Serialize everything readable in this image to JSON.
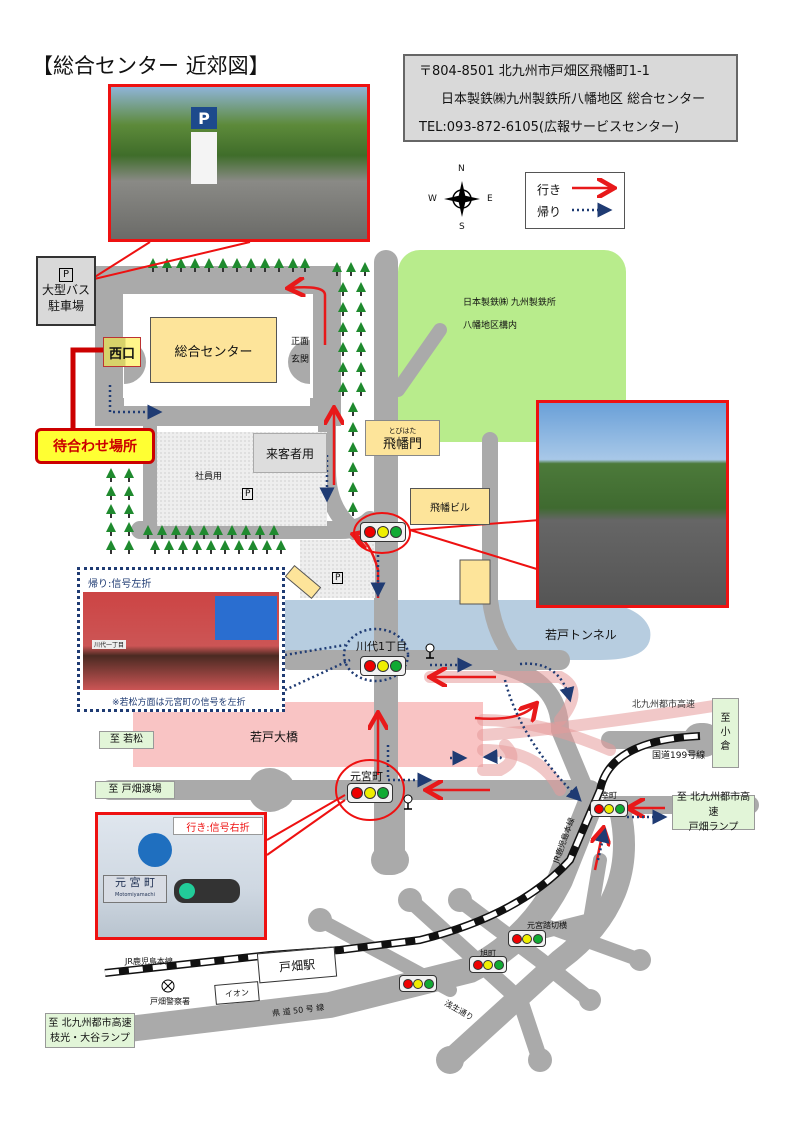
{
  "title": "【総合センター 近郊図】",
  "address": {
    "postal": "〒804-8501  北九州市戸畑区飛幡町1-1",
    "org": "日本製鉄㈱九州製鉄所八幡地区 総合センター",
    "tel": "TEL:093-872-6105(広報サービスセンター)"
  },
  "compass": {
    "n": "N",
    "s": "S",
    "e": "E",
    "w": "W"
  },
  "legend": {
    "outbound": "行き",
    "return": "帰り",
    "outbound_color": "#e8191a",
    "return_color": "#1f3b73"
  },
  "places": {
    "bus_parking_icon": "P",
    "bus_parking": "大型バス",
    "bus_parking2": "駐車場",
    "west_gate": "西口",
    "center": "総合センター",
    "front1": "正面",
    "front2": "玄関",
    "meeting": "待合わせ場所",
    "visitor": "来客者用",
    "staff": "社員用",
    "parking_icon": "P",
    "gate_ruby": "とびはた",
    "gate": "飛幡門",
    "building": "飛幡ビル",
    "works1": "日本製鉄㈱ 九州製鉄所",
    "works2": "八幡地区構内",
    "tunnel": "若戸トンネル",
    "bridge": "若戸大橋",
    "kawashiro": "川代1丁目",
    "motomiya": "元宮町",
    "kamachi": "幸町",
    "expressway": "北九州都市高速",
    "route199": "国道199号線",
    "jr_vertical": "JR鹿児島本線",
    "jr": "JR鹿児島本線",
    "station": "戸畑駅",
    "aeon": "イオン",
    "police": "戸畑警察署",
    "crossing": "元宮踏切横",
    "asahi": "旭町",
    "pref50": "県 道 50 号 線",
    "asao": "浅生通り"
  },
  "destinations": {
    "wakamatsu": "至 若松",
    "ferry": "至 戸畑渡場",
    "kokura1": "至",
    "kokura2": "小",
    "kokura3": "倉",
    "tobata_ramp1": "至 北九州都市高速",
    "tobata_ramp2": "戸畑ランプ",
    "edamitsu1": "至 北九州都市高速",
    "edamitsu2": "枝光・大谷ランプ"
  },
  "photos": {
    "return_caption": "帰り:信号左折",
    "return_note": "※若松方面は元宮町の信号を左折",
    "outbound_caption": "行き:信号右折",
    "sign_kawashiro": "川代一丁目",
    "sign_motomiya": "元 宮 町",
    "sign_motomiya_en": "Motomiyamachi",
    "parking_sign": "P"
  },
  "colors": {
    "road": "#aaaaaa",
    "green_area": "#b8ec8c",
    "building": "#fde49a",
    "tunnel": "#b7cde0",
    "bridge": "#f9c4c4",
    "tree": "#1f8a2e",
    "outbound": "#e8191a",
    "return": "#1f3b73"
  }
}
